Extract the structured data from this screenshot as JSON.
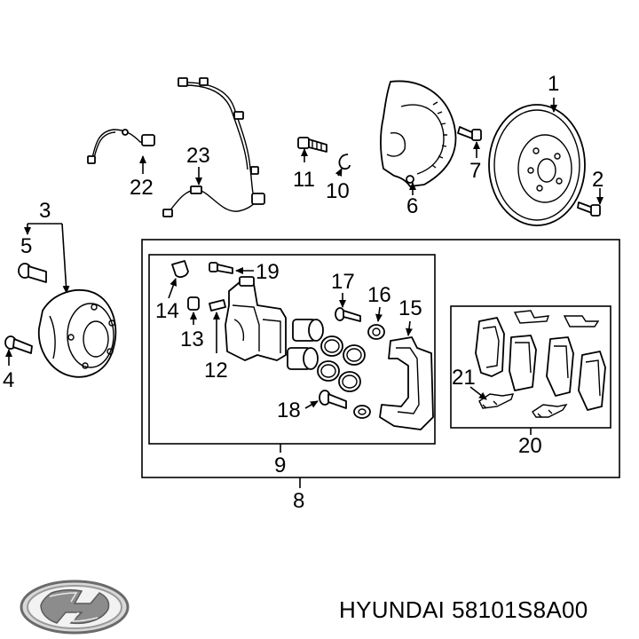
{
  "callouts": {
    "c1": "1",
    "c2": "2",
    "c3": "3",
    "c4": "4",
    "c5": "5",
    "c6": "6",
    "c7": "7",
    "c8": "8",
    "c9": "9",
    "c10": "10",
    "c11": "11",
    "c12": "12",
    "c13": "13",
    "c14": "14",
    "c15": "15",
    "c16": "16",
    "c17": "17",
    "c18": "18",
    "c19": "19",
    "c20": "20",
    "c21": "21",
    "c22": "22",
    "c23": "23"
  },
  "caption": {
    "brand": "HYUNDAI",
    "part_number": "58101S8A00"
  },
  "logo": {
    "name": "hyundai-logo-icon"
  }
}
